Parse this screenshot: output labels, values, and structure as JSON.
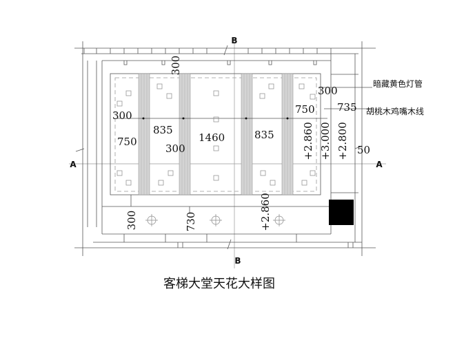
{
  "title": "客梯大堂天花大样图",
  "axes": {
    "top": "B",
    "bottom": "B",
    "left": "A",
    "right": "A"
  },
  "notes": {
    "hidden_lamp": "暗藏黄色灯管",
    "walnut_molding": "胡桃木鸡嘴木线"
  },
  "dimensions": {
    "top_offset": "300",
    "left_300": "300",
    "left_750": "750",
    "bay_835_left": "835",
    "center_1460": "1460",
    "inner_300": "300",
    "bay_835_right": "835",
    "right_300": "300",
    "right_750": "750",
    "right_735": "735",
    "level_2860": "+2.860",
    "level_3000": "+3.000",
    "level_2800": "+2.800",
    "edge_50": "50",
    "bottom_300": "300",
    "bottom_730": "730",
    "bottom_level_2860": "+2.860"
  },
  "colors": {
    "line": "#555555",
    "strip": "#bbbbbb",
    "fill_black": "#000000"
  }
}
